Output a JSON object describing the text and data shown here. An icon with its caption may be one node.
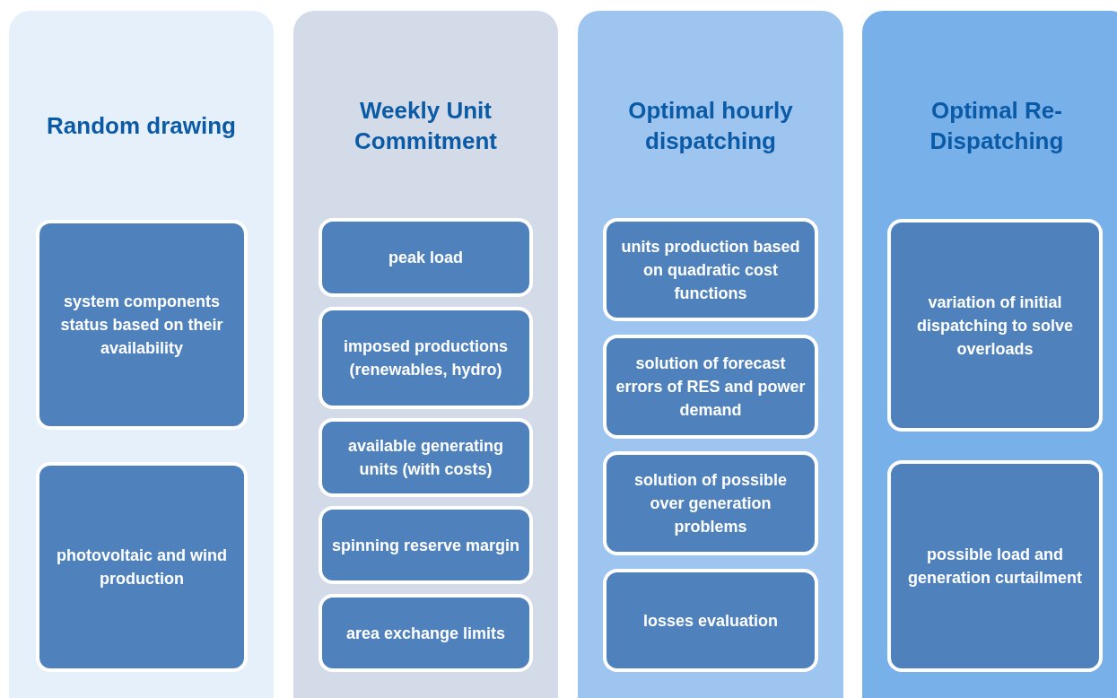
{
  "diagram": {
    "nodes": [
      {
        "text": [
          "Random drawing"
        ]
      },
      {
        "text": [
          "system components status based on their availability"
        ],
        "in": 0
      },
      {
        "text": [
          "photovoltaic and wind production"
        ],
        "in": 0
      },
      {
        "text": [
          "Weekly Unit Commitment"
        ]
      },
      {
        "text": [
          "peak load"
        ],
        "in": 3
      },
      {
        "text": [
          "imposed productions (renewables, hydro)"
        ],
        "in": 3
      },
      {
        "text": [
          "available generating units (with costs)"
        ],
        "in": 3
      },
      {
        "text": [
          "spinning reserve margin"
        ],
        "in": 3
      },
      {
        "text": [
          "area exchange limits"
        ],
        "in": 3
      },
      {
        "text": [
          "Optimal hourly dispatching"
        ]
      },
      {
        "text": [
          "units production based on quadratic cost functions"
        ],
        "in": 9
      },
      {
        "text": [
          "solution of forecast errors of RES and power demand"
        ],
        "in": 9
      },
      {
        "text": [
          "solution of possible over generation problems"
        ],
        "in": 9
      },
      {
        "text": [
          "losses evaluation"
        ],
        "in": 9
      },
      {
        "text": [
          "Optimal Re-Dispatching"
        ]
      },
      {
        "text": [
          "variation of initial dispatching to solve overloads"
        ],
        "in": 14
      },
      {
        "text": [
          "possible load and generation curtailment"
        ],
        "in": 14
      }
    ]
  }
}
